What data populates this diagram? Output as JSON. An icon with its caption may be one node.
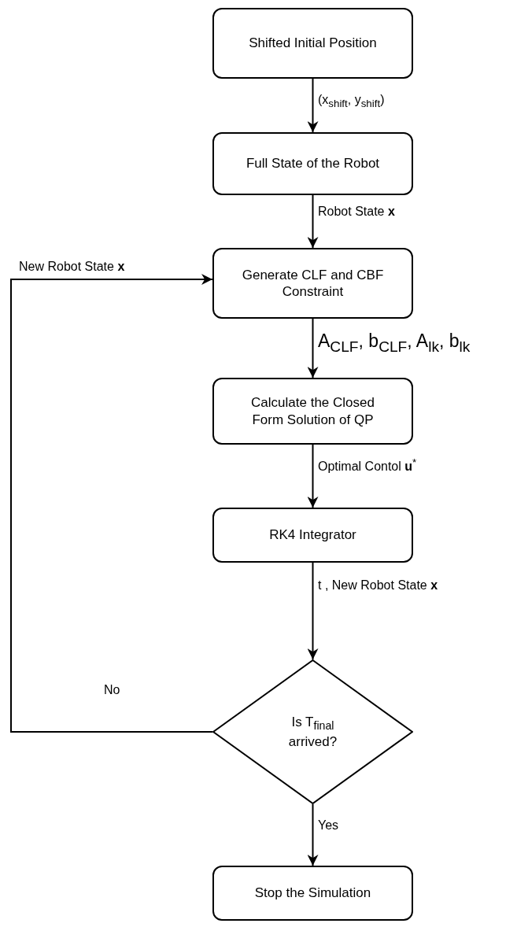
{
  "diagram": {
    "nodes": [
      {
        "text": [
          "Shifted Initial Position"
        ]
      },
      {
        "text": [
          "Full State of the Robot"
        ]
      },
      {
        "text": [
          "Generate CLF and CBF Constraint"
        ]
      },
      {
        "text": [
          "Calculate the Closed Form Solution of QP"
        ]
      },
      {
        "text": [
          "RK4 Integrator"
        ]
      },
      {
        "text": [
          "Is T$_{final}$ arrived?"
        ]
      },
      {
        "text": [
          "Stop the Simulation"
        ]
      }
    ],
    "edges": [
      {
        "from": 0,
        "to": 1,
        "arrow": "to",
        "label": "(x$_{shift}$, y$_{shift}$)"
      },
      {
        "from": 1,
        "to": 2,
        "arrow": "to",
        "label": "Robot State **x**"
      },
      {
        "from": 2,
        "to": 3,
        "arrow": "to",
        "label": "A$_{CLF}$, b$_{CLF}$, A$_{lk}$, b$_{lk}$"
      },
      {
        "from": 3,
        "to": 4,
        "arrow": "to",
        "label": "Optimal Contol **u**$^{*}$"
      },
      {
        "from": 4,
        "to": 5,
        "arrow": "to",
        "label": "t , New Robot State **x**"
      },
      {
        "from": 5,
        "to": 2,
        "arrow": "to",
        "label": "No"
      },
      {
        "from": 5,
        "to": 6,
        "arrow": "to",
        "label": "Yes"
      }
    ],
    "labels": [
      "New Robot State **x**"
    ]
  }
}
